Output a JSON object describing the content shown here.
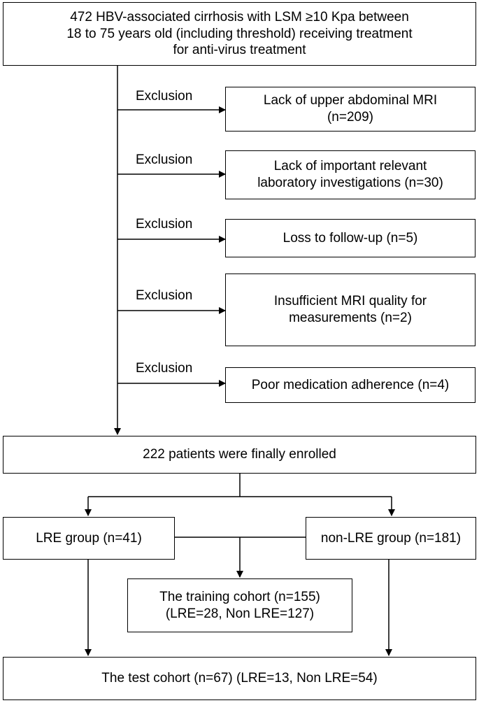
{
  "top_box": {
    "line1": "472 HBV-associated cirrhosis with LSM ≥10 Kpa between",
    "line2": "18 to 75 years old (including threshold) receiving treatment",
    "line3": "for anti-virus treatment"
  },
  "exclusions": [
    {
      "label": "Exclusion",
      "line1": "Lack of upper abdominal MRI",
      "line2": "(n=209)"
    },
    {
      "label": "Exclusion",
      "line1": "Lack of important relevant",
      "line2": "laboratory investigations (n=30)"
    },
    {
      "label": "Exclusion",
      "line1": "Loss to follow-up (n=5)",
      "line2": ""
    },
    {
      "label": "Exclusion",
      "line1": "Insufficient MRI quality for",
      "line2": "measurements (n=2)"
    },
    {
      "label": "Exclusion",
      "line1": "Poor medication adherence (n=4)",
      "line2": ""
    }
  ],
  "enrolled": "222 patients were finally enrolled",
  "lre_group": "LRE group (n=41)",
  "non_lre_group": "non-LRE group (n=181)",
  "training": {
    "line1": "The training cohort (n=155)",
    "line2": "(LRE=28, Non LRE=127)"
  },
  "test": "The test cohort (n=67) (LRE=13, Non LRE=54)"
}
